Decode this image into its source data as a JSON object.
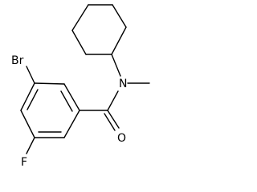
{
  "molecule": {
    "atoms": {
      "bromine": "Br",
      "fluorine": "F",
      "oxygen": "O",
      "nitrogen": "N"
    }
  }
}
